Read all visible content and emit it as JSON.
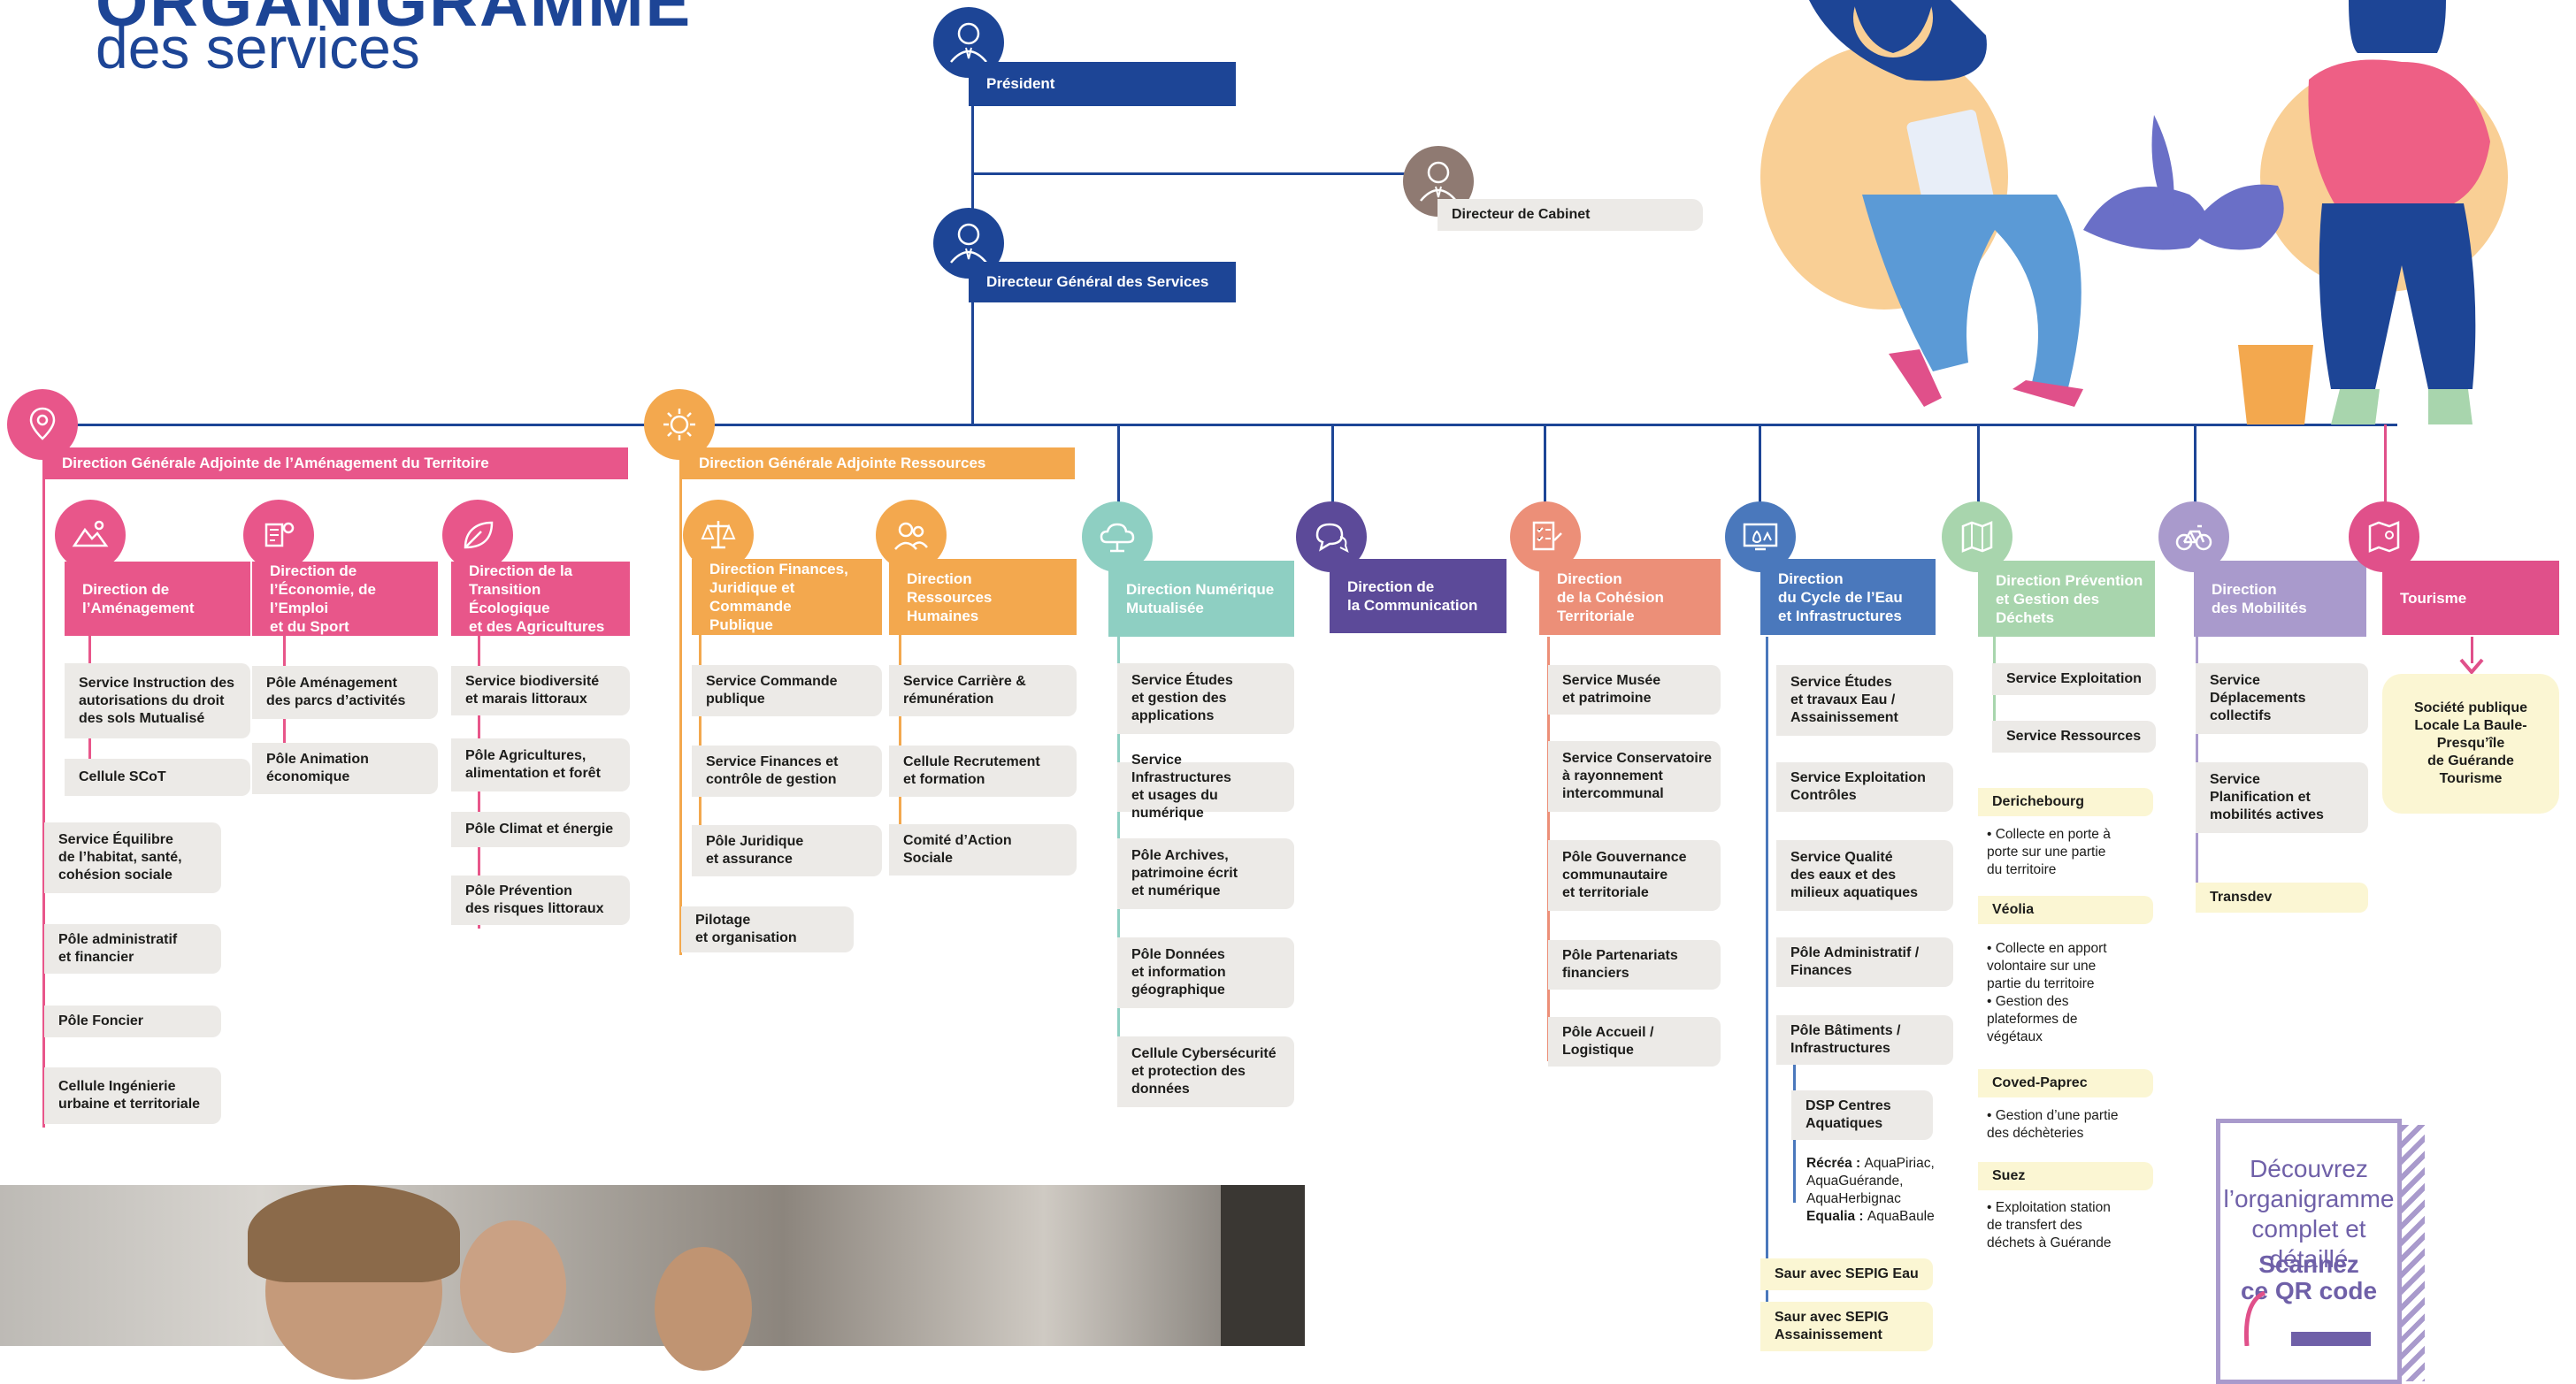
{
  "title": {
    "main": "ORGANIGRAMME",
    "sub": "des services"
  },
  "top": {
    "president": "Président",
    "cabinet": "Directeur de Cabinet",
    "dgs": "Directeur Général des Services"
  },
  "dga": {
    "amenagement": "Direction Générale Adjointe de l’Aménagement du Territoire",
    "ressources": "Direction Générale Adjointe Ressources"
  },
  "amenagement": {
    "dir1": {
      "title": "Direction de\nl’Aménagement",
      "items": [
        "Service Instruction des\nautorisations du droit\ndes sols Mutualisé",
        "Cellule SCoT"
      ]
    },
    "dir2": {
      "title": "Direction de\nl’Économie, de l’Emploi\net du Sport",
      "items": [
        "Pôle Aménagement\ndes parcs d’activités",
        "Pôle Animation\néconomique"
      ]
    },
    "dir3": {
      "title": "Direction de la\nTransition Écologique\net des Agricultures",
      "items": [
        "Service biodiversité\net marais littoraux",
        "Pôle Agricultures,\nalimentation et forêt",
        "Pôle Climat et énergie",
        "Pôle Prévention\ndes risques littoraux"
      ]
    },
    "direct": [
      "Service Équilibre\nde l’habitat, santé,\ncohésion sociale",
      "Pôle administratif\net financier",
      "Pôle Foncier",
      "Cellule Ingénierie\nurbaine et territoriale"
    ]
  },
  "ressources": {
    "dir1": {
      "title": "Direction Finances,\nJuridique et Commande\nPublique",
      "items": [
        "Service Commande\npublique",
        "Service Finances et\ncontrôle de gestion",
        "Pôle Juridique\net assurance"
      ]
    },
    "dir2": {
      "title": "Direction\nRessources\nHumaines",
      "items": [
        "Service Carrière &\nrémunération",
        "Cellule Recrutement\net formation",
        "Comité d’Action\nSociale"
      ]
    },
    "direct": [
      "Pilotage\net organisation"
    ]
  },
  "numerique": {
    "title": "Direction Numérique\nMutualisée",
    "items": [
      "Service Études\net gestion des\napplications",
      "Service Infrastructures\net usages du numérique",
      "Pôle Archives,\npatrimoine écrit\net numérique",
      "Pôle Données\net information\ngéographique",
      "Cellule Cybersécurité\net protection des\ndonnées"
    ]
  },
  "communication": {
    "title": "Direction de\nla Communication"
  },
  "cohesion": {
    "title": "Direction\nde la Cohésion\nTerritoriale",
    "items": [
      "Service Musée\net patrimoine",
      "Service Conservatoire\nà rayonnement\nintercommunal",
      "Pôle Gouvernance\ncommunautaire\net territoriale",
      "Pôle Partenariats\nfinanciers",
      "Pôle Accueil /\nLogistique"
    ]
  },
  "eau": {
    "title": "Direction\ndu Cycle de l’Eau\net Infrastructures",
    "items": [
      "Service Études\net travaux Eau /\nAssainissement",
      "Service Exploitation\nContrôles",
      "Service Qualité\ndes eaux et des\nmilieux aquatiques",
      "Pôle Administratif /\nFinances",
      "Pôle Bâtiments /\nInfrastructures"
    ],
    "dsp": "DSP Centres\nAquatiques",
    "recrea_label": "Récréa : ",
    "recrea_text": "AquaPiriac,\nAquaGuérande,\nAquaHerbignac",
    "equalia_label": "Equalia : ",
    "equalia_text": "AquaBaule",
    "saur1": "Saur avec SEPIG Eau",
    "saur2": "Saur avec SEPIG\nAssainissement"
  },
  "dechets": {
    "title": "Direction Prévention\net Gestion des Déchets",
    "items": [
      "Service Exploitation",
      "Service Ressources"
    ],
    "providers": [
      {
        "name": "Derichebourg",
        "text": "• Collecte en porte à\nporte sur une partie\ndu territoire"
      },
      {
        "name": "Véolia",
        "text": "• Collecte en apport\nvolontaire sur une\npartie du territoire\n• Gestion des\nplateformes de\nvégétaux"
      },
      {
        "name": "Coved-Paprec",
        "text": "• Gestion d’une partie\ndes déchèteries"
      },
      {
        "name": "Suez",
        "text": "• Exploitation station\nde transfert des\ndéchets à Guérande"
      }
    ]
  },
  "mobilites": {
    "title": "Direction\ndes Mobilités",
    "items": [
      "Service\nDéplacements\ncollectifs",
      "Service\nPlanification et\nmobilités actives"
    ],
    "transdev": "Transdev"
  },
  "tourisme": {
    "title": "Tourisme",
    "spl": "Société publique\nLocale La Baule-\nPresqu’île\nde Guérande\nTourisme"
  },
  "qr": {
    "line1": "Découvrez\nl’organigramme\ncomplet et détaillé",
    "line2": "Scannez\nce QR code"
  },
  "colors": {
    "navy": "#1d4596",
    "pink": "#e8568a",
    "orange": "#f3a84e",
    "teal": "#8ecfc2",
    "purple": "#5c4a99",
    "salmon": "#ec8f78",
    "blue": "#4a78bc",
    "green": "#a8d5ad",
    "lavender": "#a99acc",
    "magenta": "#e0508a",
    "brown": "#8f7a72"
  }
}
